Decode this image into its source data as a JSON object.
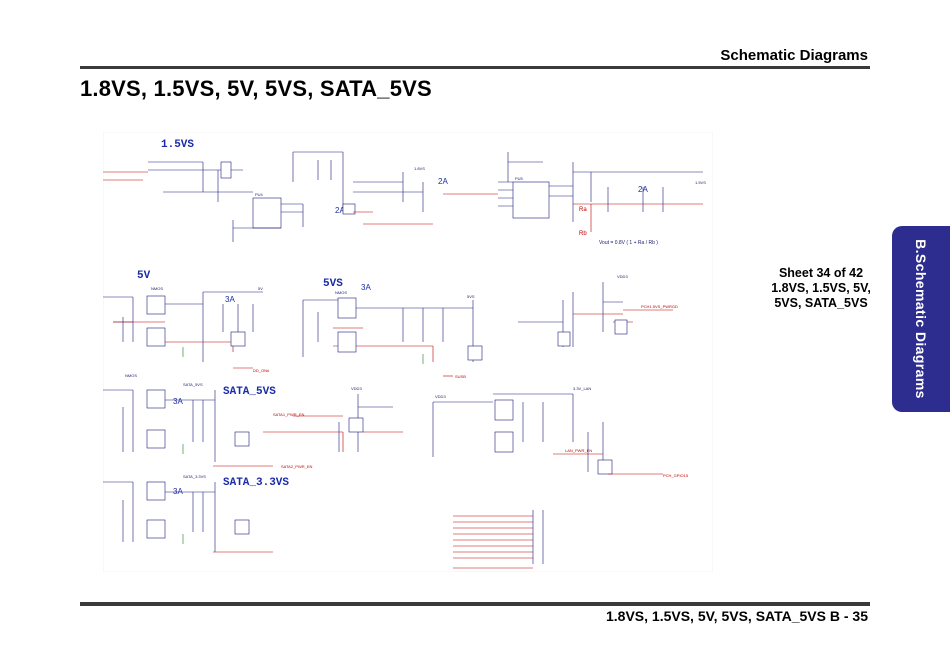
{
  "header": {
    "section": "Schematic  Diagrams"
  },
  "title": "1.8VS, 1.5VS, 5V, 5VS, SATA_5VS",
  "sheet": {
    "line1": "Sheet 34 of 42",
    "line2": "1.8VS, 1.5VS, 5V,",
    "line3": "5VS, SATA_5VS"
  },
  "side_tab": {
    "label": "B.Schematic Diagrams"
  },
  "footer": {
    "label": "1.8VS, 1.5VS, 5V, 5VS, SATA_5VS  B  -  35"
  },
  "schematic": {
    "blocks": {
      "b15": "1.5VS",
      "b5v": "5V",
      "b5vs": "5VS",
      "bsata5": "SATA_5VS",
      "bsata33": "SATA_3.3VS"
    },
    "currents": {
      "a1": "2A",
      "a2": "2A",
      "a3": "2A",
      "a4": "3A",
      "a5": "3A",
      "a6": "3A",
      "a7": "3A"
    },
    "labels": {
      "nmos1": "NMOS",
      "nmos2": "NMOS",
      "nmos3": "NMOS",
      "pu4": "PU4",
      "pu5": "PU5",
      "vout": "Vout = 0.8V ( 1 + Ra / Rb )",
      "ra": "Ra",
      "rb": "Rb",
      "v18": "1.8VS",
      "v15": "1.5VS",
      "v5v": "5V",
      "v5vs": "5VS",
      "vdd3": "VDD3",
      "lan": "3.3V_LAN",
      "sata5": "SATA_5VS",
      "sata33": "SATA_3.3VS",
      "pwr_en": "SATA1_PWR_EN",
      "sata2_en": "SATA2_PWR_EN",
      "lan_en": "LAN_PWR_EN",
      "gpio": "PCH_GPIO15",
      "dd_on": "DD_ON#",
      "susb": "SUSB",
      "pwrgd": "PCH1.5VS_PWRGD"
    }
  }
}
